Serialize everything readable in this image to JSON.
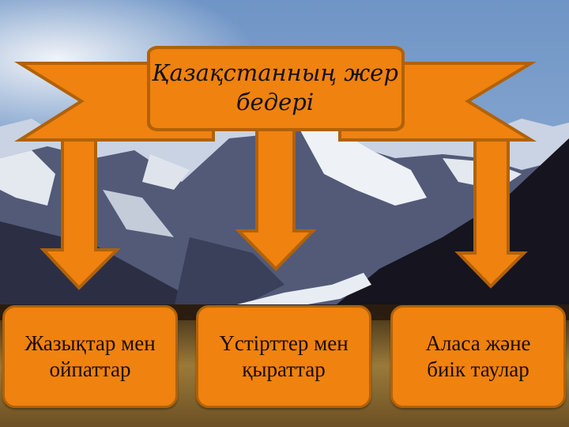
{
  "title": {
    "line1": "Қазақстанның жер",
    "line2": "бедері"
  },
  "boxes": [
    {
      "line1": "Жазықтар мен",
      "line2": "ойпаттар"
    },
    {
      "line1": "Үстірттер мен",
      "line2": "қыраттар"
    },
    {
      "line1": "Аласа және",
      "line2": "биік таулар"
    }
  ],
  "colors": {
    "accent_fill": "#f0820f",
    "accent_border": "#b0620a",
    "sky": "#7fa3cf",
    "mountain_dark": "#1a1c2e",
    "snow": "#e8ecf3",
    "grass": "#8a6a2e"
  }
}
